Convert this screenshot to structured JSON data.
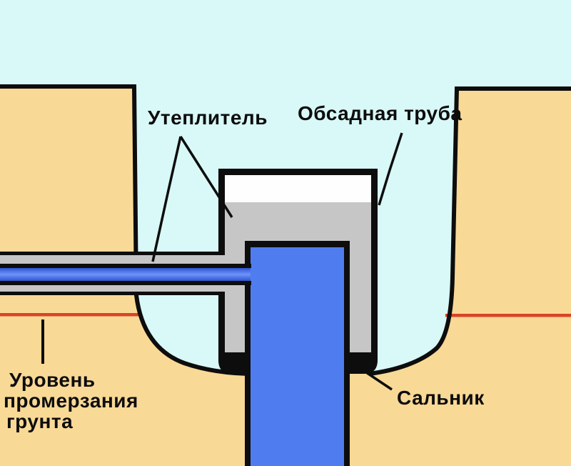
{
  "labels": {
    "insulation": "Утеплитель",
    "casing_pipe": "Обсадная труба",
    "freeze_level_line1": "Уровень",
    "freeze_level_line2": "промерзания",
    "freeze_level_line3": "грунта",
    "gland": "Сальник"
  },
  "colors": {
    "sky": "#d9f8f8",
    "ground": "#f9d996",
    "insulation": "#c6c6c6",
    "pipe-blue": "#4f7df0",
    "freeze-red": "#d84427",
    "line-black": "#0d0d0d",
    "gap-white": "#fefefe"
  }
}
